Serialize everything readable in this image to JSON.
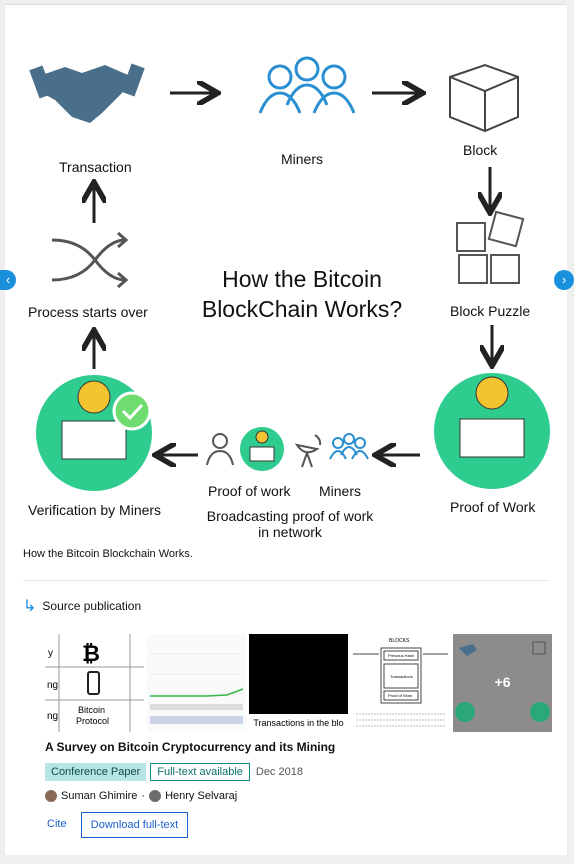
{
  "figure": {
    "title_line1": "How the Bitcoin",
    "title_line2": "BlockChain Works?",
    "labels": {
      "transaction": "Transaction",
      "miners": "Miners",
      "block": "Block",
      "block_puzzle": "Block Puzzle",
      "process_starts_over": "Process starts over",
      "proof_of_work_right": "Proof of Work",
      "verification": "Verification by Miners",
      "pow_small": "Proof of work",
      "miners_small": "Miners",
      "broadcast_line1": "Broadcasting proof of work",
      "broadcast_line2": "in network"
    }
  },
  "nav": {
    "prev": "‹",
    "next": "›"
  },
  "caption": "How the Bitcoin Blockchain Works.",
  "source": {
    "label": "Source publication",
    "icon": "return-arrow-icon"
  },
  "thumbs": {
    "t1_rows": [
      "y",
      "ng",
      "ng"
    ],
    "t1_protocol": "Bitcoin\nProtocol",
    "t3_text": "Transactions in the blo",
    "t4_header": "BLOCKS",
    "t4_prev": "Previous Hash",
    "t4_tx": "Transactions",
    "t4_pow": "Proof of Work",
    "more": "+6"
  },
  "publication": {
    "title": "A Survey on Bitcoin Cryptocurrency and its Mining",
    "type": "Conference Paper",
    "fulltext": "Full-text available",
    "date": "Dec 2018",
    "author1": "Suman Ghimire",
    "sep": "·",
    "author2": "Henry Selvaraj"
  },
  "actions": {
    "cite": "Cite",
    "download": "Download full-text"
  }
}
